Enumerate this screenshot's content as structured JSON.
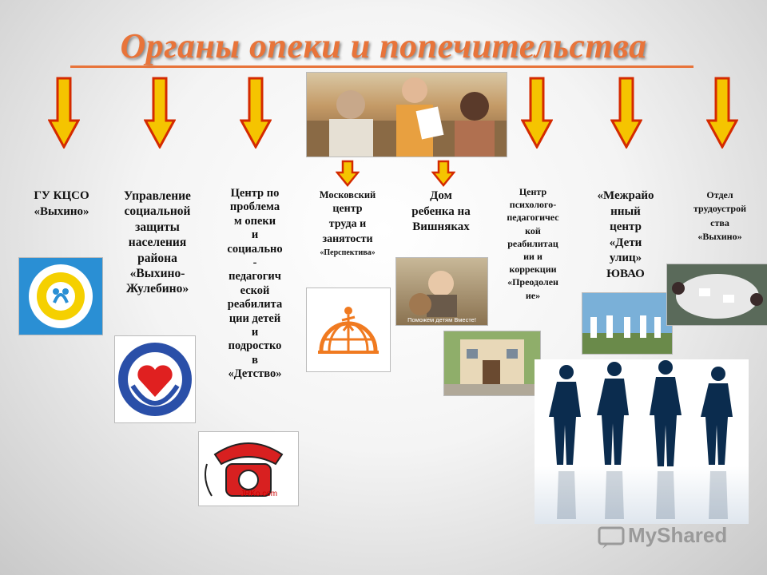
{
  "title": "Органы опеки и попечительства",
  "columns": [
    {
      "lines": [
        "ГУ КЦСО",
        "«Выхино»"
      ]
    },
    {
      "lines": [
        "Управление",
        "социальной",
        "защиты",
        "населения",
        "района",
        "«Выхино-",
        "Жулебино»"
      ]
    },
    {
      "lines": [
        "Центр по",
        "проблема",
        "м опеки",
        "и",
        "социально",
        "-",
        "педагогич",
        "еской",
        "реабилита",
        "ции детей",
        "и",
        "подростко",
        "в",
        "«Детство»"
      ]
    },
    {
      "lines": [
        "Московский",
        "центр",
        "труда и",
        "занятости"
      ],
      "sub": "«Перспектива»"
    },
    {
      "lines": [
        "Дом",
        "ребенка на",
        "Вишняках"
      ]
    },
    {
      "lines": [
        "Центр",
        "психолого-",
        "педагогичес",
        "кой",
        "реабилитац",
        "ии и",
        "коррекции",
        "«Преодолен",
        "ие»"
      ]
    },
    {
      "lines": [
        "«Межрайо",
        "нный",
        "центр",
        "«Дети",
        "улиц»",
        "ЮВАО"
      ]
    },
    {
      "lines": [
        "Отдел",
        "трудоустрой",
        "ства",
        "«Выхино»"
      ]
    }
  ],
  "photo_captions": {
    "child_photo": "Поможем детям Вместе!",
    "phone_logo": "JRKo.com"
  },
  "watermark": "MyShared",
  "colors": {
    "title": "#e8743a",
    "arrow_fill": "#f5c400",
    "arrow_stroke": "#d42a00"
  }
}
